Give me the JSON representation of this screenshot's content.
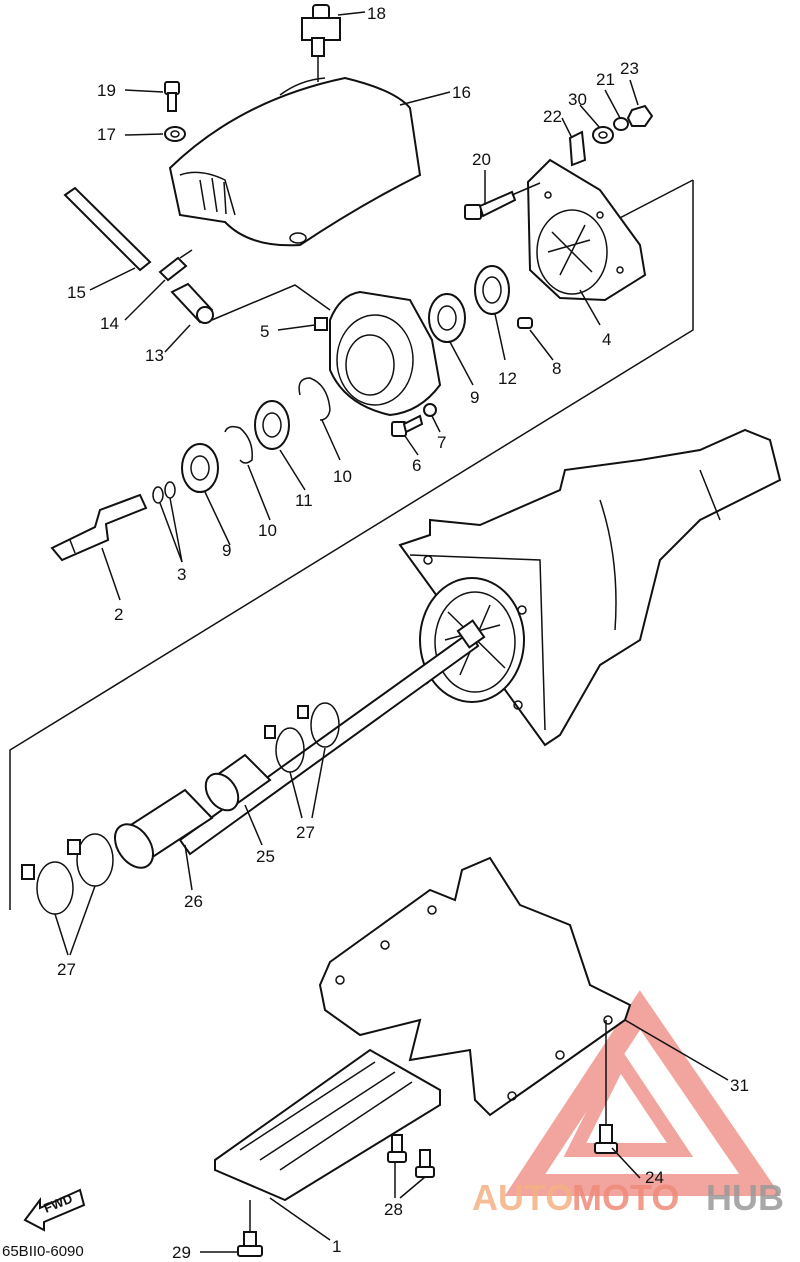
{
  "diagram": {
    "part_code": "65BII0-6090",
    "fwd_label": "FWD",
    "callouts": [
      {
        "id": "c1",
        "text": "1"
      },
      {
        "id": "c2",
        "text": "2"
      },
      {
        "id": "c3",
        "text": "3"
      },
      {
        "id": "c4",
        "text": "4"
      },
      {
        "id": "c5",
        "text": "5"
      },
      {
        "id": "c6",
        "text": "6"
      },
      {
        "id": "c7",
        "text": "7"
      },
      {
        "id": "c8",
        "text": "8"
      },
      {
        "id": "c9a",
        "text": "9"
      },
      {
        "id": "c9b",
        "text": "9"
      },
      {
        "id": "c10a",
        "text": "10"
      },
      {
        "id": "c10b",
        "text": "10"
      },
      {
        "id": "c11",
        "text": "11"
      },
      {
        "id": "c12",
        "text": "12"
      },
      {
        "id": "c13",
        "text": "13"
      },
      {
        "id": "c14",
        "text": "14"
      },
      {
        "id": "c15",
        "text": "15"
      },
      {
        "id": "c16",
        "text": "16"
      },
      {
        "id": "c17",
        "text": "17"
      },
      {
        "id": "c18",
        "text": "18"
      },
      {
        "id": "c19",
        "text": "19"
      },
      {
        "id": "c20",
        "text": "20"
      },
      {
        "id": "c21",
        "text": "21"
      },
      {
        "id": "c22",
        "text": "22"
      },
      {
        "id": "c23",
        "text": "23"
      },
      {
        "id": "c24",
        "text": "24"
      },
      {
        "id": "c25",
        "text": "25"
      },
      {
        "id": "c26",
        "text": "26"
      },
      {
        "id": "c27a",
        "text": "27"
      },
      {
        "id": "c27b",
        "text": "27"
      },
      {
        "id": "c28",
        "text": "28"
      },
      {
        "id": "c29",
        "text": "29"
      },
      {
        "id": "c30",
        "text": "30"
      },
      {
        "id": "c31",
        "text": "31"
      }
    ]
  },
  "watermark": {
    "part1": "AUTO",
    "part2": "MOTO",
    "part3": "HUB",
    "colors": {
      "auto": "#f4b183",
      "moto": "#ef8a7a",
      "hub": "#9a9a9a",
      "logo": "#e85a4f"
    }
  }
}
